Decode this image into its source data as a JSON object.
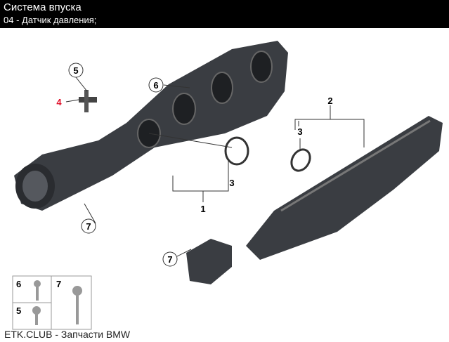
{
  "header": {
    "title": "Система впуска",
    "subtitle": "04 - Датчик давления;"
  },
  "callouts": {
    "c5": "5",
    "c4": "4",
    "c6": "6",
    "c3a": "3",
    "c2": "2",
    "c3b": "3",
    "c1": "1",
    "c7a": "7",
    "c7b": "7"
  },
  "hardware_table": {
    "c6": "6",
    "c7": "7",
    "c5": "5"
  },
  "footer": "ETK.CLUB - Запчасти BMW",
  "colors": {
    "highlight": "#e0102a",
    "part": "#3a3d42"
  }
}
